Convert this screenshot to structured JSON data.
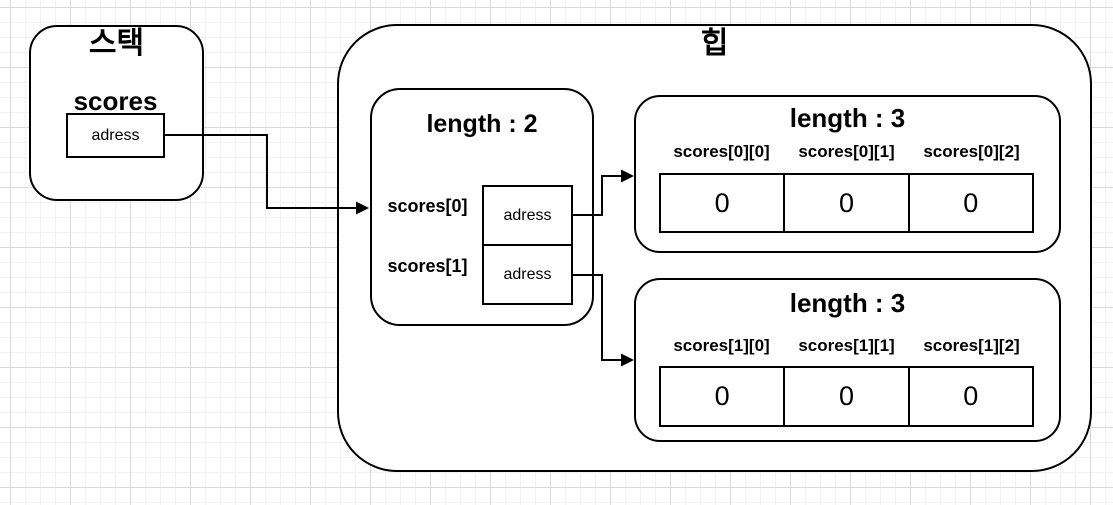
{
  "stack": {
    "title": "스택",
    "variable_label": "scores",
    "address_value": "adress"
  },
  "heap": {
    "title": "힙",
    "pointer_array": {
      "length_label": "length : 2",
      "rows": [
        {
          "label": "scores[0]",
          "value": "adress"
        },
        {
          "label": "scores[1]",
          "value": "adress"
        }
      ]
    },
    "arrays": [
      {
        "length_label": "length : 3",
        "cells": [
          {
            "label": "scores[0][0]",
            "value": "0"
          },
          {
            "label": "scores[0][1]",
            "value": "0"
          },
          {
            "label": "scores[0][2]",
            "value": "0"
          }
        ]
      },
      {
        "length_label": "length : 3",
        "cells": [
          {
            "label": "scores[1][0]",
            "value": "0"
          },
          {
            "label": "scores[1][1]",
            "value": "0"
          },
          {
            "label": "scores[1][2]",
            "value": "0"
          }
        ]
      }
    ]
  },
  "colors": {
    "shape_border": "#000000",
    "shape_fill": "#ffffff",
    "text": "#000000",
    "grid_minor": "#f2f2f2",
    "grid_major": "#d9d9d9"
  }
}
